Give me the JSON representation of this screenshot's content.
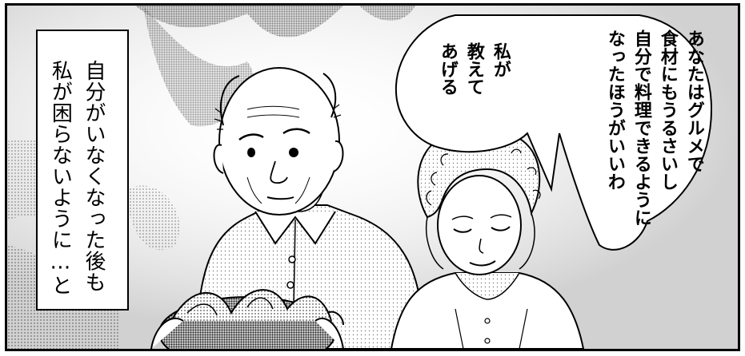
{
  "panel": {
    "narration": {
      "lines": [
        "自分がいなくなった後も",
        "私が困らないように…と"
      ]
    },
    "speech_bubble": {
      "lines": [
        "あなたはグルメで",
        "食材にもうるさいし",
        "自分で料理できるように",
        "なったほうがいいわ",
        "私が",
        "教えて",
        "あげる"
      ]
    }
  }
}
